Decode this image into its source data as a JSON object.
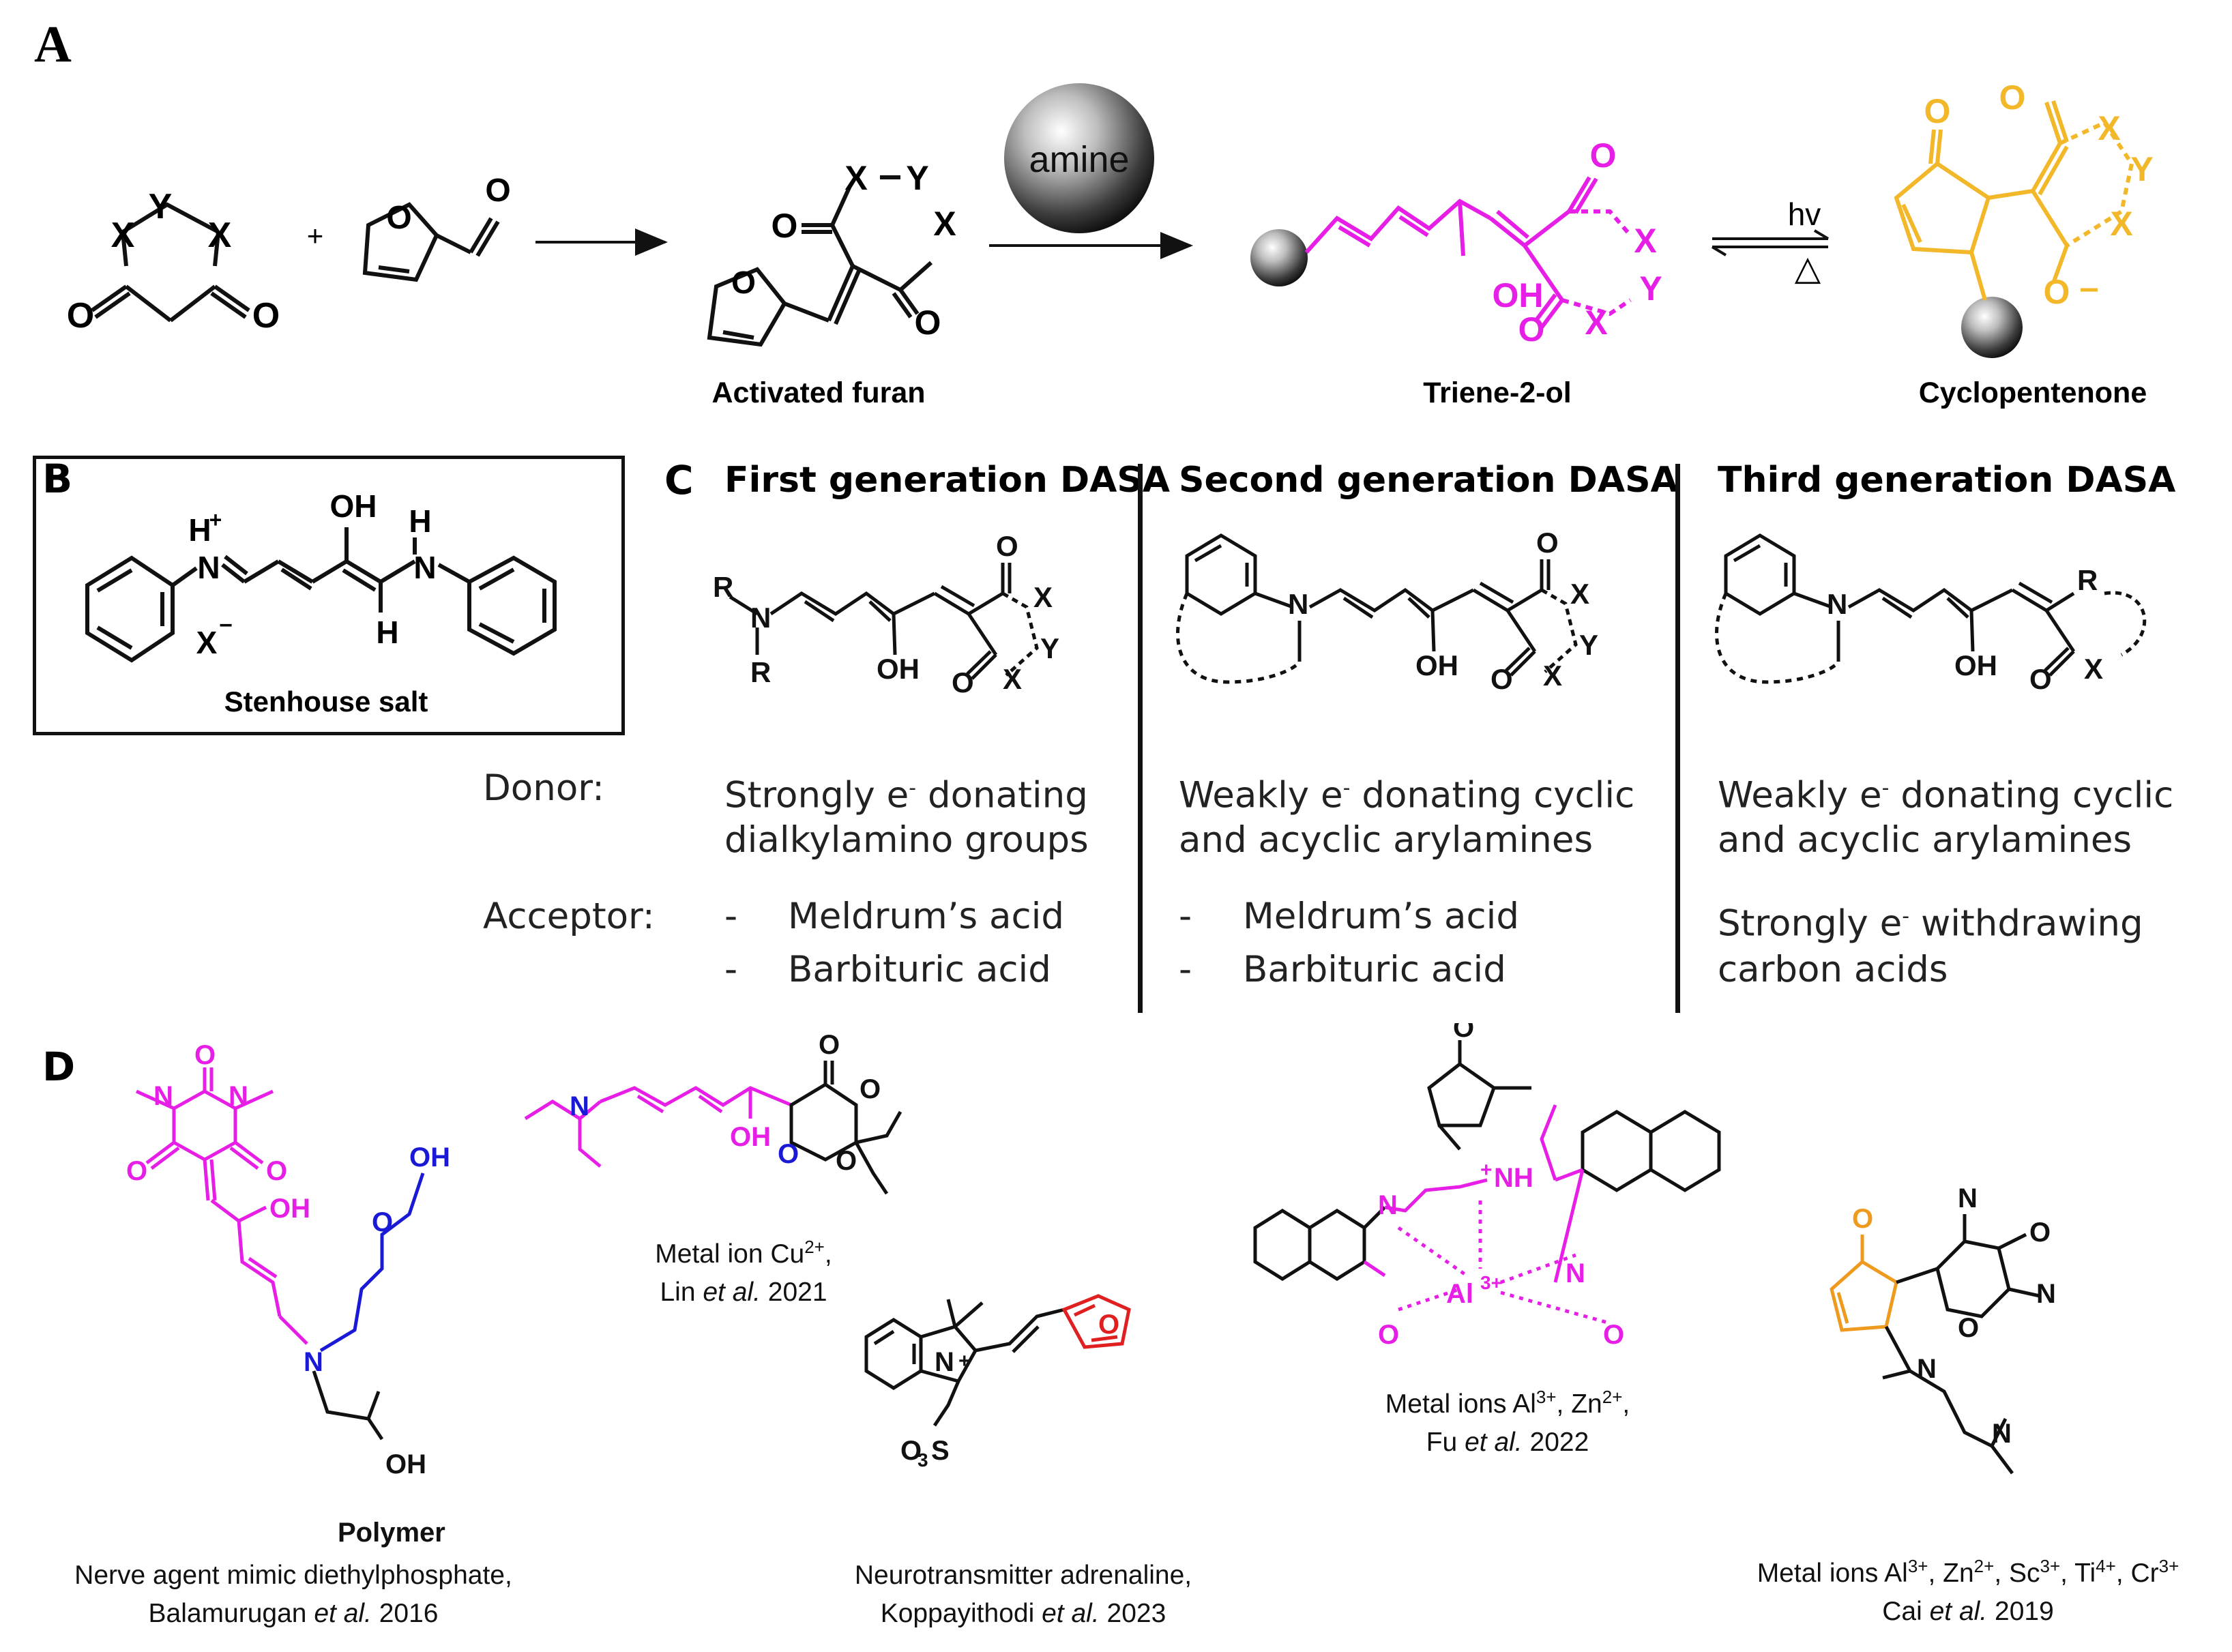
{
  "panels": {
    "a": "A",
    "b": "B",
    "c": "C",
    "d": "D"
  },
  "scheme_a": {
    "plus": "+",
    "amine": "amine",
    "hv": "hv",
    "heat": "△",
    "labels": {
      "activated_furan": "Activated furan",
      "triene": "Triene-2-ol",
      "cyclopentenone": "Cyclopentenone"
    }
  },
  "stenhouse": {
    "label": "Stenhouse salt",
    "counter_ion": "X",
    "charge": "−"
  },
  "generations": [
    {
      "header": "First generation DASA",
      "donor": [
        "Strongly e",
        "donating",
        "dialkylamino groups"
      ],
      "acceptor": [
        "Meldrum’s acid",
        "Barbituric acid"
      ]
    },
    {
      "header": "Second generation DASA",
      "donor": [
        "Weakly e",
        "donating cyclic",
        "and acyclic arylamines"
      ],
      "acceptor": [
        "Meldrum’s acid",
        "Barbituric acid"
      ]
    },
    {
      "header": "Third generation DASA",
      "donor": [
        "Weakly e",
        "donating cyclic",
        "and acyclic arylamines"
      ],
      "acceptor_lines": [
        "Strongly e",
        "withdrawing",
        "carbon acids"
      ]
    }
  ],
  "row_labels": {
    "donor": "Donor:",
    "acceptor": "Acceptor:",
    "dash": "-",
    "eminus": "-"
  },
  "examples": [
    {
      "line1": "Nerve agent mimic diethylphosphate,",
      "line2_author": "Balamurugan",
      "line2_etal": "et al.",
      "line2_year": "2016",
      "tag": "Polymer"
    },
    {
      "line1_text": "Metal ion Cu",
      "line1_sup": "2+",
      "line1_tail": ",",
      "author": "Lin",
      "etal": "et al.",
      "year": "2021"
    },
    {
      "line1": "Neurotransmitter adrenaline,",
      "author": "Koppayithodi",
      "etal": "et al.",
      "year": "2023"
    },
    {
      "ions": [
        [
          "Al",
          "3+"
        ],
        [
          "Zn",
          "2+"
        ]
      ],
      "prefix": "Metal ions",
      "author": "Fu",
      "etal": "et al.",
      "year": "2022"
    },
    {
      "ions": [
        [
          "Al",
          "3+"
        ],
        [
          "Zn",
          "2+"
        ],
        [
          "Sc",
          "3+"
        ],
        [
          "Ti",
          "4+"
        ],
        [
          "Cr",
          "3+"
        ]
      ],
      "prefix": "Metal ions",
      "author": "Cai",
      "etal": "et al.",
      "year": "2019"
    }
  ],
  "colors": {
    "magenta": "#e61ee6",
    "gold": "#f2b82a",
    "orange": "#ee9a1e",
    "blue": "#1a1ad6",
    "red": "#e02020"
  }
}
